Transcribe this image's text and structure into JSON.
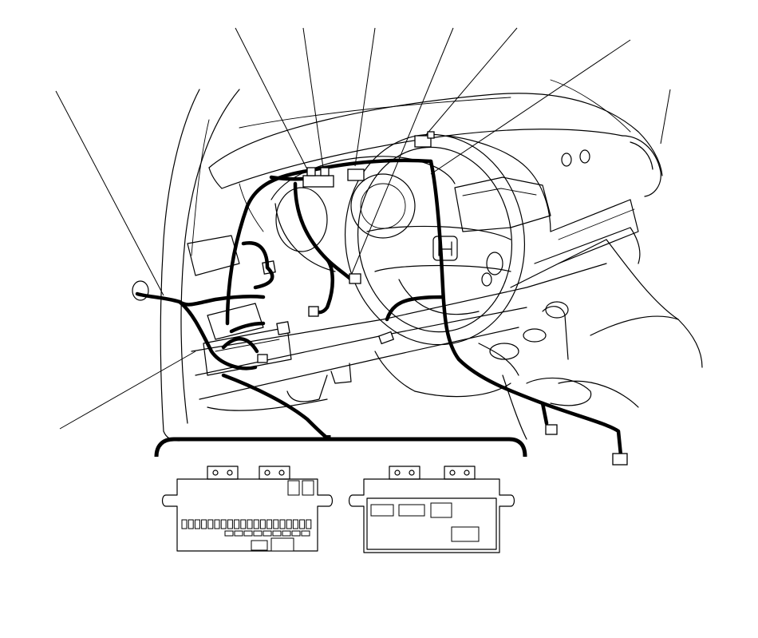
{
  "diagram": {
    "kind": "wiring-harness-illustration",
    "labels": [],
    "colors": {
      "line": "#000000",
      "background": "#ffffff"
    },
    "callout_count": 9,
    "callouts": [
      {
        "name": "callout-left-harness-grommet"
      },
      {
        "name": "callout-fuse-box-top"
      },
      {
        "name": "callout-gauge-connector-1"
      },
      {
        "name": "callout-gauge-connector-2"
      },
      {
        "name": "callout-combination-switch"
      },
      {
        "name": "callout-upper-connector"
      },
      {
        "name": "callout-steering-connector"
      },
      {
        "name": "callout-dash-right-edge"
      },
      {
        "name": "callout-fuse-box-bottom"
      }
    ]
  }
}
